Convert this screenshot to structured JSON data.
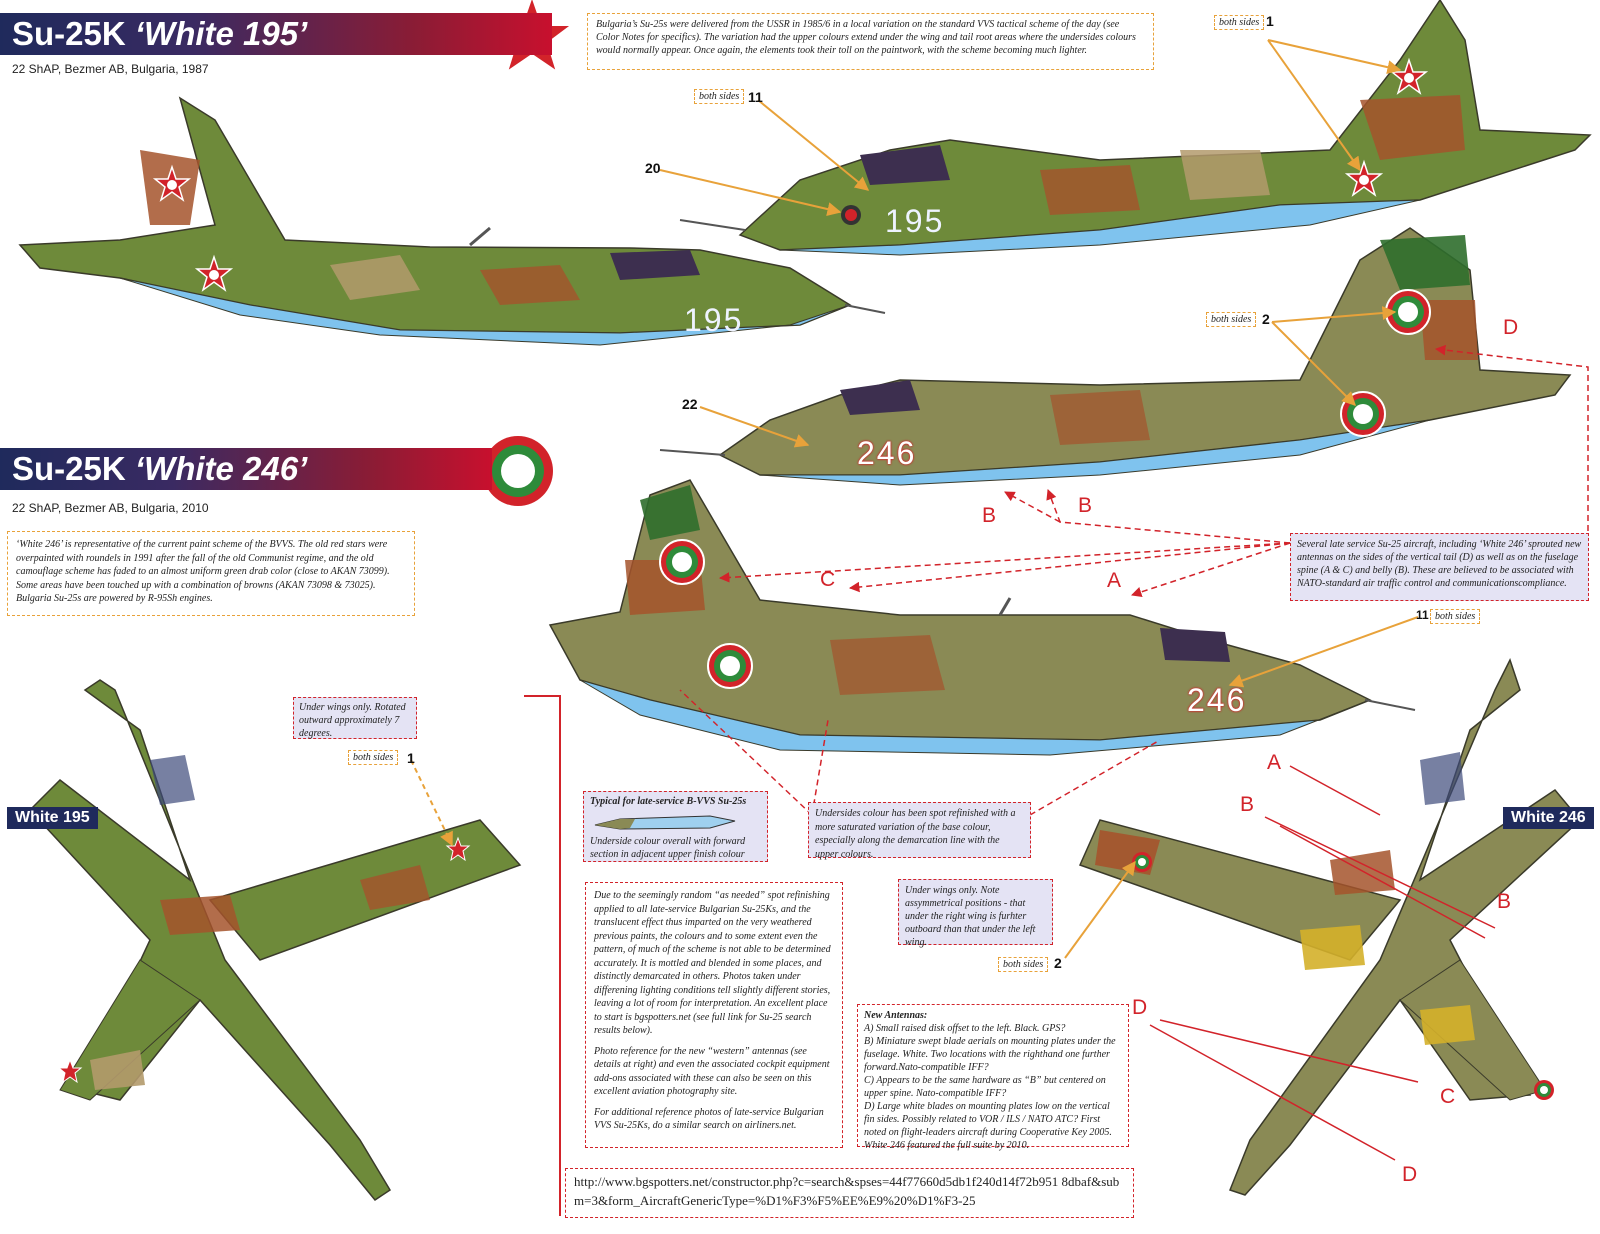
{
  "title_195": {
    "prefix": "Su-25K",
    "quote": "‘White 195’",
    "subtitle": "22 ShAP, Bezmer AB, Bulgaria, 1987"
  },
  "title_246": {
    "prefix": "Su-25K",
    "quote": "‘White 246’",
    "subtitle": "22 ShAP, Bezmer AB, Bulgaria, 2010"
  },
  "intro_note": "Bulgaria’s Su-25s were delivered from the USSR in 1985/6 in a local variation on the standard VVS tactical scheme of the day (see Color Notes for specifics). The variation had the upper colours extend under the wing and tail root areas where the undersides colours would normally appear. Once again, the elements took their toll on the paintwork, with the scheme becoming much lighter.",
  "note_246": "‘White 246’ is representative of the current paint scheme of the BVVS. The old red stars were overpainted with roundels in 1991 after the fall of the old Communist regime, and the old camouflage scheme has faded to an almost uniform green drab color (close to AKAN 73099). Some areas have been touched up with a combination of browns (AKAN 73098 & 73025). Bulgaria Su-25s are powered by R-95Sh engines.",
  "antennas_note": "Several late service Su-25 aircraft, including ‘White 246’ sprouted new antennas on the sides of the vertical tail (D) as well as on the fuselage spine (A & C) and belly (B). These are believed to be associated with NATO-standard air traffic control and communicationscompliance.",
  "under_wings_195": "Under wings only. Rotated outward approximately 7 degrees.",
  "under_wings_246": "Under wings only. Note assymmetrical positions - that under the right wing is furhter outboard than that under the left wing.",
  "undersides_note": "Undersides colour has been spot refinished with a more saturated variation of the base colour, especially along the demarcation line with the upper colours.",
  "typical": {
    "title": "Typical for late-service B-VVS Su-25s",
    "caption": "Underside colour overall with forward section in adjacent upper finish colour"
  },
  "spot_note": {
    "p1": "Due to the seemingly random “as needed” spot refinishing applied to all late-service Bulgarian Su-25Ks, and the translucent effect thus imparted on the very weathered previous paints, the colours and to some extent even the pattern, of much of the scheme is not able to be determined accurately. It is mottled and blended in some places, and distinctly demarcated in others. Photos taken under differening lighting conditions tell slightly different stories, leaving a lot of room for interpretation. An excellent place to start is bgspotters.net (see full link for Su-25 search results below).",
    "p2": "Photo reference for the new “western” antennas (see details at right) and even the associated cockpit equipment add-ons associated with these can also be seen on this excellent aviation photography site.",
    "p3": "For additional reference photos of late-service Bulgarian VVS Su-25Ks, do a similar search on airliners.net."
  },
  "new_antennas": {
    "title": "New Antennas:",
    "a": "A) Small raised disk offset to the left. Black. GPS?",
    "b": "B) Miniature swept blade aerials on mounting plates under the fuselage. White. Two locations with the righthand one further forward.Nato-compatible IFF?",
    "c": "C) Appears to be the same hardware as “B” but centered on upper spine. Nato-compatible IFF?",
    "d": "D) Large white blades on mounting plates low on the vertical fin sides. Possibly related to VOR / ILS / NATO ATC? First noted on flight-leaders aircraft during Cooperative Key 2005. White 246 featured the full suite by 2010."
  },
  "url": "http://www.bgspotters.net/constructor.php?c=search&spses=44f77660d5db1f240d14f72b951 8dbaf&subm=3&form_AircraftGenericType=%D1%F3%F5%EE%E9%20%D1%F3-25",
  "callouts": {
    "both_sides": "both sides",
    "n1": "1",
    "n2": "2",
    "n11": "11",
    "n20": "20",
    "n22": "22"
  },
  "letters": {
    "a": "A",
    "b": "B",
    "c": "C",
    "d": "D"
  },
  "plates": {
    "left": "White 195",
    "right": "White 246"
  },
  "serials": {
    "s195": "195",
    "s246": "246"
  },
  "colors": {
    "green": "#6e8a3a",
    "brown": "#a5532c",
    "tan": "#b39a6c",
    "blue": "#7fc3ee",
    "red": "#d2232a",
    "orange": "#e8a23a",
    "navy": "#1f2a5c"
  }
}
